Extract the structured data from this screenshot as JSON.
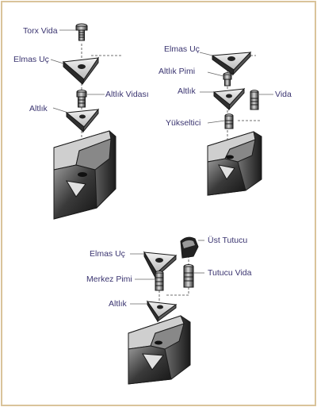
{
  "diagram_1": {
    "labels": {
      "torx_vida": "Torx Vida",
      "elmas_uc": "Elmas Uç",
      "altlik_vidasi": "Altlık Vidası",
      "altlik": "Altlık"
    }
  },
  "diagram_2": {
    "labels": {
      "elmas_uc": "Elmas Uç",
      "altlik_pimi": "Altlık Pimi",
      "altlik": "Altlık",
      "vida": "Vida",
      "yukseltici": "Yükseltici"
    }
  },
  "diagram_3": {
    "labels": {
      "ust_tutucu": "Üst Tutucu",
      "elmas_uc": "Elmas Uç",
      "tutucu_vida": "Tutucu Vida",
      "merkez_pimi": "Merkez Pimi",
      "altlik": "Altlık"
    }
  },
  "colors": {
    "border": "#d9c39a",
    "label_text": "#3a3470",
    "part_dark": "#1f1f1f",
    "part_light": "#e6e6e6"
  }
}
